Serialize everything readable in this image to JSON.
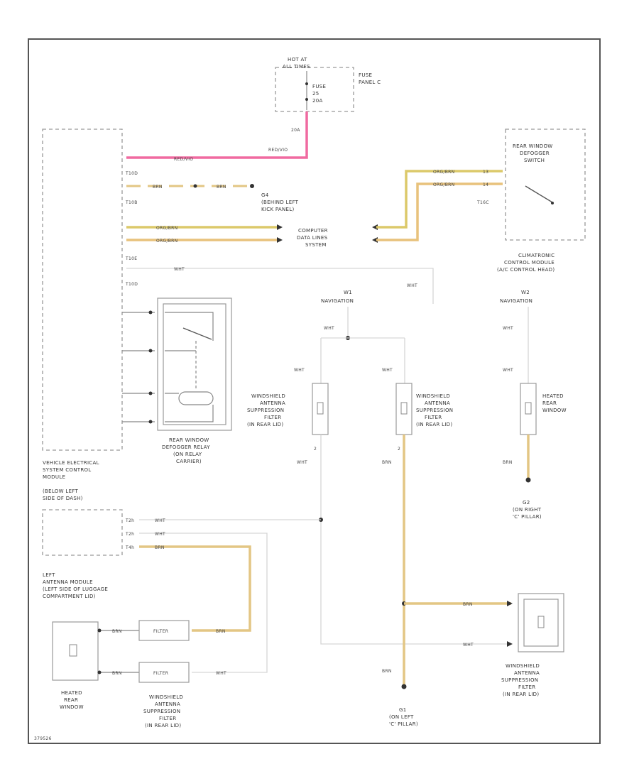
{
  "fuse_box": {
    "hot_label_1": "HOT AT",
    "hot_label_2": "ALL TIMES",
    "fuse_label_1": "FUSE",
    "fuse_label_2": "25",
    "fuse_label_3": "20A",
    "panel_1": "FUSE",
    "panel_2": "PANEL C"
  },
  "wires": {
    "red_pin": "20A",
    "red_wire": "RED/VIO",
    "brn": "BRN",
    "wht": "WHT",
    "org_brn": "ORG/BRN",
    "red_vio": "RED/VIO"
  },
  "vesc": {
    "conn_1": "T10D",
    "conn_2": "T10B",
    "conn_3": "T10E",
    "conn_4": "T10D",
    "label_1": "VEHICLE ELECTRICAL",
    "label_2": "SYSTEM CONTROL",
    "label_3": "MODULE",
    "label_4": "(BELOW LEFT",
    "label_5": "SIDE OF DASH)"
  },
  "ground_g4": {
    "id": "G4",
    "l1": "(BEHIND LEFT",
    "l2": "KICK PANEL)"
  },
  "computer": {
    "l1": "COMPUTER",
    "l2": "DATA LINES",
    "l3": "SYSTEM"
  },
  "defogger_switch": {
    "l1": "REAR WINDOW",
    "l2": "DEFOGGER",
    "l3": "SWITCH",
    "conn": "T16C",
    "p1": "13",
    "p2": "14"
  },
  "climatronic": {
    "l1": "CLIMATRONIC",
    "l2": "CONTROL MODULE",
    "l3": "(A/C CONTROL HEAD)"
  },
  "relay": {
    "l1": "REAR WINDOW",
    "l2": "DEFOGGER RELAY",
    "l3": "(ON RELAY",
    "l4": "CARRIER)"
  },
  "nav1": {
    "id": "W1",
    "label": "NAVIGATION"
  },
  "nav2": {
    "id": "W2",
    "label": "NAVIGATION"
  },
  "filter_left": {
    "l1": "WINDSHIELD",
    "l2": "ANTENNA",
    "l3": "SUPPRESSION",
    "l4": "FILTER",
    "l5": "(IN REAR LID)",
    "pin": "2"
  },
  "filter_mid": {
    "l1": "WINDSHIELD",
    "l2": "ANTENNA",
    "l3": "SUPPRESSION",
    "l4": "FILTER",
    "l5": "(IN REAR LID)",
    "pin": "2"
  },
  "heated_right": {
    "l1": "HEATED",
    "l2": "REAR",
    "l3": "WINDOW"
  },
  "ground_g2": {
    "id": "G2",
    "l1": "(ON RIGHT",
    "l2": "'C' PILLAR)"
  },
  "antenna": {
    "p1": "T2h",
    "p2": "T2h",
    "p3": "T4h",
    "l1": "LEFT",
    "l2": "ANTENNA MODULE",
    "l3": "(LEFT SIDE OF LUGGAGE",
    "l4": "COMPARTMENT LID)"
  },
  "heated_left": {
    "l1": "HEATED",
    "l2": "REAR",
    "l3": "WINDOW"
  },
  "filter_bottom": {
    "l1": "WINDSHIELD",
    "l2": "ANTENNA",
    "l3": "SUPPRESSION",
    "l4": "FILTER",
    "l5": "(IN REAR LID)",
    "box1": "FILTER",
    "box2": "FILTER"
  },
  "ground_g1": {
    "id": "G1",
    "l1": "(ON LEFT",
    "l2": "'C' PILLAR)"
  },
  "filter_right": {
    "l1": "WINDSHIELD",
    "l2": "ANTENNA",
    "l3": "SUPPRESSION",
    "l4": "FILTER",
    "l5": "(IN REAR LID)"
  },
  "footer": {
    "code": "379526"
  }
}
